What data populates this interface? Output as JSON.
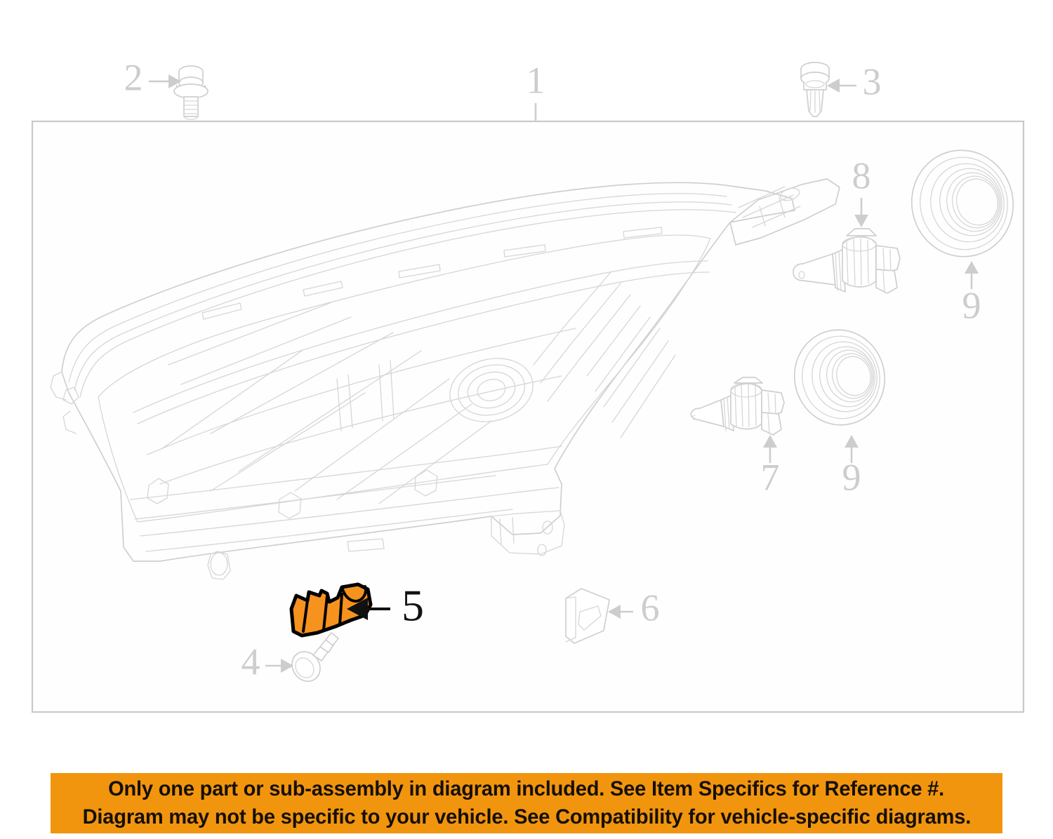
{
  "diagram": {
    "title": "Headlight assembly exploded parts diagram",
    "frame": {
      "label": "1",
      "name": "headlight-assembly-frame"
    },
    "callouts": [
      {
        "id": "1",
        "label": "1",
        "part": "headlight-assembly",
        "highlight": false
      },
      {
        "id": "2",
        "label": "2",
        "part": "flange-bolt",
        "highlight": false
      },
      {
        "id": "3",
        "label": "3",
        "part": "push-pin-clip",
        "highlight": false
      },
      {
        "id": "4",
        "label": "4",
        "part": "screw-grommet",
        "highlight": false
      },
      {
        "id": "5",
        "label": "5",
        "part": "mounting-bracket",
        "highlight": true
      },
      {
        "id": "6",
        "label": "6",
        "part": "retainer-clip",
        "highlight": false
      },
      {
        "id": "7",
        "label": "7",
        "part": "low-beam-bulb",
        "highlight": false
      },
      {
        "id": "8",
        "label": "8",
        "part": "high-beam-bulb",
        "highlight": false
      },
      {
        "id": "9a",
        "label": "9",
        "part": "bulb-dust-cap-upper",
        "highlight": false
      },
      {
        "id": "9b",
        "label": "9",
        "part": "bulb-dust-cap-lower",
        "highlight": false
      }
    ],
    "colors": {
      "highlight_orange": "#F6921E",
      "banner_orange": "#F2950E",
      "line_gray": "#cfcfcf",
      "callout_gray": "#cdcdcd",
      "frame_gray": "#c9c9c9",
      "text_black": "#151008",
      "background": "#ffffff"
    }
  },
  "notice": {
    "line1": "Only one part or sub-assembly in diagram included. See Item Specifics for Reference #.",
    "line2": "Diagram may not be specific to your vehicle. See Compatibility for vehicle-specific diagrams."
  }
}
